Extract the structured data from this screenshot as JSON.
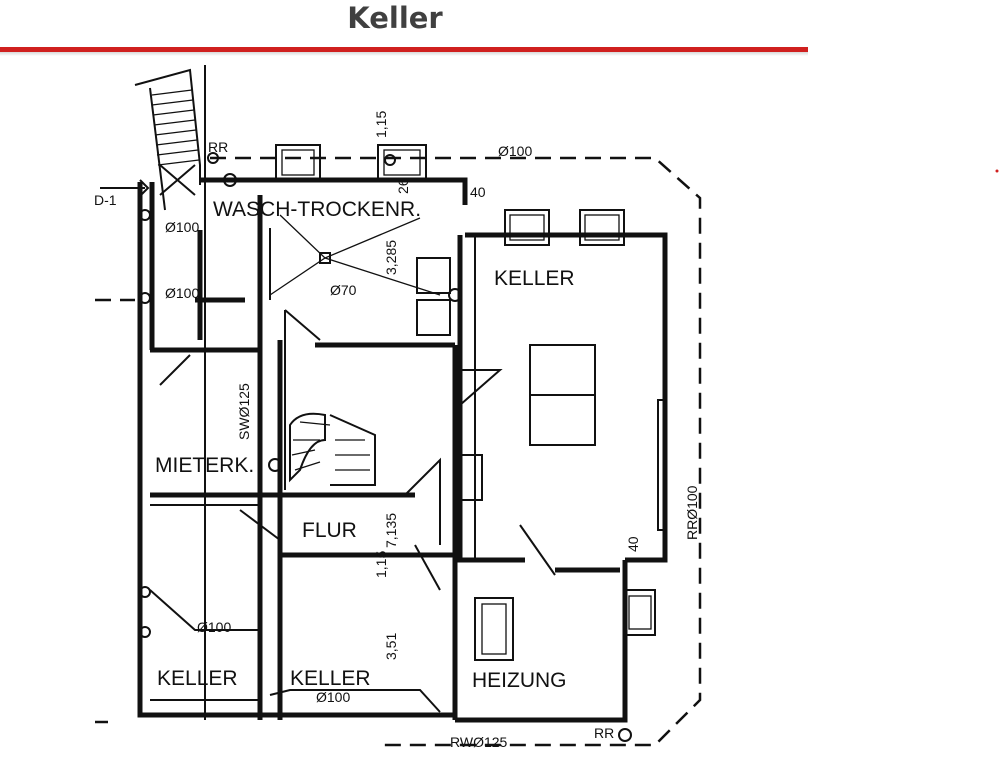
{
  "page": {
    "title": "Keller"
  },
  "plan": {
    "rooms": [
      {
        "id": "wasch",
        "label": "WASCH-TROCKENR."
      },
      {
        "id": "keller_big",
        "label": "KELLER"
      },
      {
        "id": "mieterk",
        "label": "MIETERK."
      },
      {
        "id": "flur",
        "label": "FLUR"
      },
      {
        "id": "keller_left",
        "label": "KELLER"
      },
      {
        "id": "keller_mid",
        "label": "KELLER"
      },
      {
        "id": "heizung",
        "label": "HEIZUNG"
      }
    ],
    "annotations": {
      "rr_top": "RR",
      "pipe_top": "Ø100",
      "dim_40_top": "40",
      "dim_115": "1,15",
      "dim_26": "26",
      "pipe_wasch_1": "Ø100",
      "pipe_wasch_2": "Ø100",
      "dim_3285": "3,285",
      "pipe_70": "Ø70",
      "sw_125": "SWØ125",
      "rr_right": "RRØ100",
      "dim_40_right": "40",
      "dim_7135": "7,135",
      "dim_115b": "1,15",
      "dim_351": "3,51",
      "pipe_left_keller": "Ø100",
      "pipe_mid_keller": "Ø100",
      "rr_bottom": "RR",
      "rw_bottom": "RWØ125",
      "marker_left": "D-1"
    },
    "colors": {
      "accent_bar": "#d0201f",
      "title": "#404040",
      "ink": "#111111"
    }
  }
}
